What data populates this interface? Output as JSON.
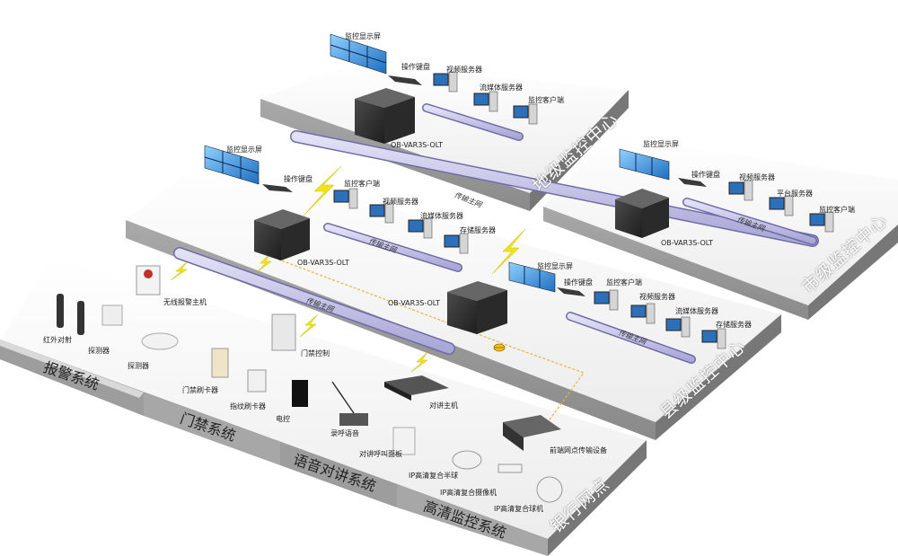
{
  "zones": {
    "prefecture": "地级监控中心",
    "city": "市级监控中心",
    "county": "县级监控中心",
    "branch": "银行网点"
  },
  "systems": {
    "alarm": "报警系统",
    "access": "门禁系统",
    "intercom": "语音对讲系统",
    "hd_monitor": "高清监控系统"
  },
  "bus_label": "传输主网",
  "labels": {
    "monitor_wall": "监控显示屏",
    "keyboard": "操作键盘",
    "video_server": "视频服务器",
    "stream_server": "流媒体服务器",
    "client": "监控客户端",
    "storage_server": "存储服务器",
    "platform_server": "平台服务器",
    "olt": "OB-VAR3S-OLT",
    "wireless_alarm": "无线报警主机",
    "infrared": "红外对射",
    "detector": "探测器",
    "access_control": "门禁控制",
    "card_reader": "门禁刷卡器",
    "fingerprint": "指纹刷卡器",
    "electric_lock": "电控",
    "call_mic": "录呼语音",
    "intercom_host": "对讲主机",
    "intercom_panel": "对讲呼叫面板",
    "front_transmit": "前端网点传输设备",
    "ip_dome": "IP高清复合半球",
    "ip_camera": "IP高清复合摄像机",
    "ip_ball": "IP高清复合球机"
  },
  "colors": {
    "platform_top": "#f4f4f4",
    "platform_side": "#9c9c9c",
    "bus_fill": "#c9c8e8",
    "bus_stroke": "#6e6ca8",
    "lightning": "#f2e21c",
    "fiber": "#e6b43c",
    "screen": "#3a8fd8"
  }
}
